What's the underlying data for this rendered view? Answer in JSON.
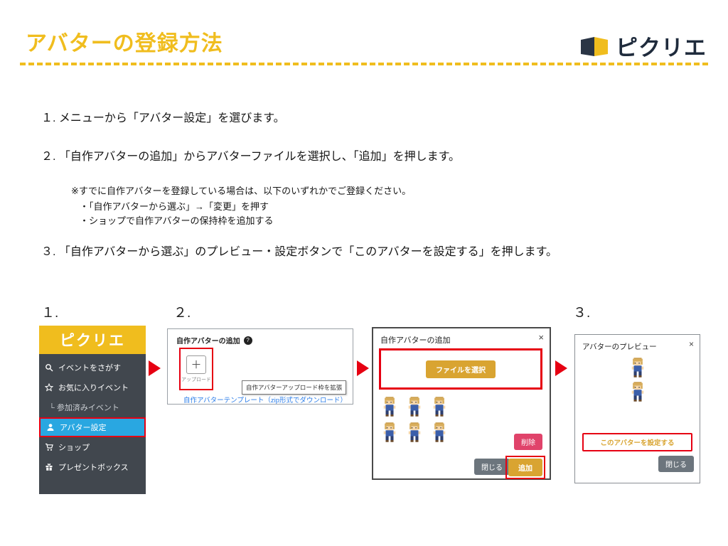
{
  "header": {
    "title": "アバターの登録方法",
    "logo_text": "ピクリエ"
  },
  "instructions": {
    "step1": "１. メニューから「アバター設定」を選びます。",
    "step2": "２. 「自作アバターの追加」からアバターファイルを選択し、「追加」を押します。",
    "step3": "３. 「自作アバターから選ぶ」のプレビュー・設定ボタンで「このアバターを設定する」を押します。",
    "note": "※すでに自作アバターを登録している場合は、以下のいずれかでご登録ください。",
    "note_option1": "・「自作アバターから選ぶ」→「変更」を押す",
    "note_option2": "・ショップで自作アバターの保持枠を追加する"
  },
  "panel_labels": {
    "step1": "１.",
    "step2": "２.",
    "step3": "３."
  },
  "sidebar": {
    "logo": "ピクリエ",
    "items": [
      {
        "label": "イベントをさがす"
      },
      {
        "label": "お気に入りイベント"
      },
      {
        "label": "└ 参加済みイベント"
      },
      {
        "label": "アバター設定"
      },
      {
        "label": "ショップ"
      },
      {
        "label": "プレゼントボックス"
      }
    ]
  },
  "upload_panel": {
    "title": "自作アバターの追加",
    "info_icon": "?",
    "plus": "＋",
    "upload_label": "アップロード",
    "expand_tooltip": "自作アバターアップロード枠を拡張",
    "template_link": "自作アバターテンプレート（zip形式でダウンロード）"
  },
  "add_modal": {
    "title": "自作アバターの追加",
    "close_x": "×",
    "file_select": "ファイルを選択",
    "delete": "削除",
    "close": "閉じる",
    "add": "追加"
  },
  "preview_modal": {
    "title": "アバターのプレビュー",
    "close_x": "×",
    "set_button": "このアバターを設定する",
    "close": "閉じる"
  },
  "colors": {
    "accent_yellow": "#f0bd1e",
    "logo_dark": "#1f2b3c",
    "sidebar_bg": "#41474e",
    "active_blue": "#29a7e1",
    "highlight_red": "#e60012",
    "button_gold": "#d9a431",
    "button_gray": "#6c757d",
    "delete_red": "#e0436a",
    "link_blue": "#2b7de9"
  }
}
